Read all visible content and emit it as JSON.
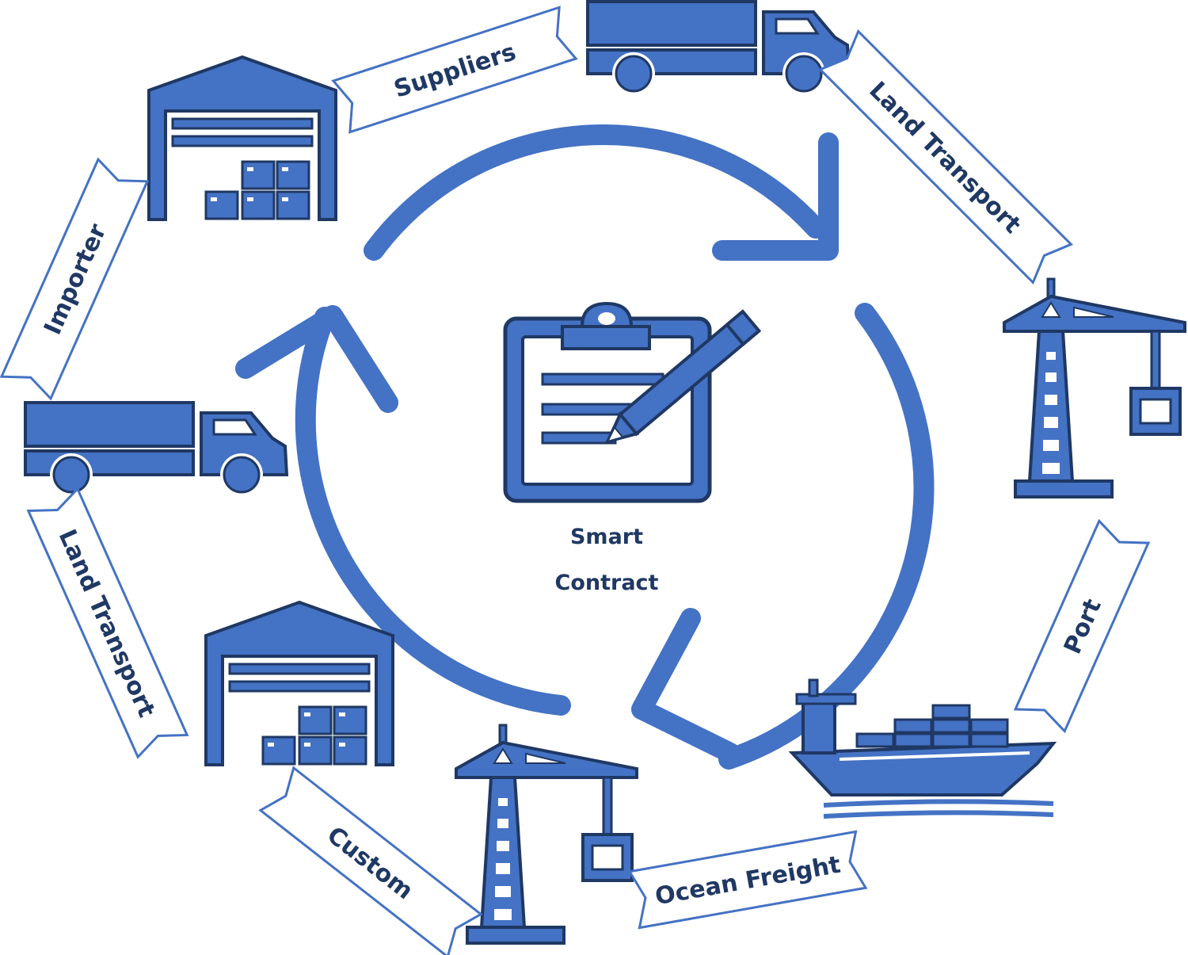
{
  "colors": {
    "icon_fill": "#4472c4",
    "icon_dark": "#1f3864",
    "text": "#1f3864",
    "banner_outline": "#4472c4",
    "background": "#ffffff"
  },
  "center": {
    "icon": "clipboard-pencil-icon",
    "line1": "Smart",
    "line2": "Contract"
  },
  "stages": [
    {
      "icon": "truck-icon",
      "label": "Land Transport"
    },
    {
      "icon": "port-crane-icon",
      "label": "Port"
    },
    {
      "icon": "cargo-ship-icon",
      "label": "Ocean Freight"
    },
    {
      "icon": "port-crane-icon",
      "label": "Custom"
    },
    {
      "icon": "warehouse-icon",
      "label": "Land Transport"
    },
    {
      "icon": "truck-icon",
      "label": "Importer"
    },
    {
      "icon": "warehouse-icon",
      "label": "Suppliers"
    }
  ]
}
